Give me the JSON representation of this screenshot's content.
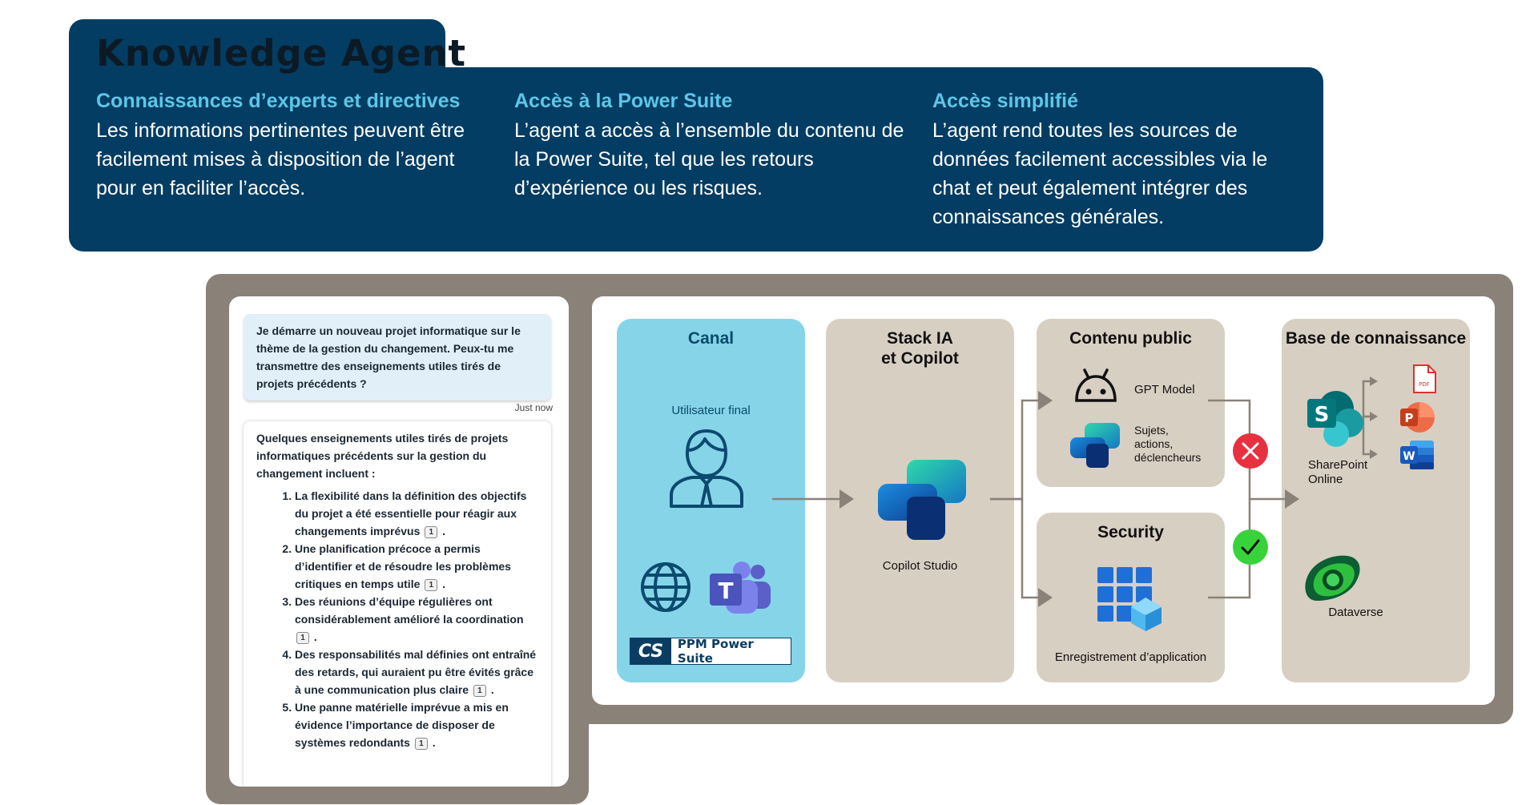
{
  "header": {
    "title": "Knowledge Agent",
    "columns": [
      {
        "heading": "Connaissances d’experts et directives",
        "text": "Les informations pertinentes peuvent être facilement mises à disposition de l’agent pour en faciliter l’accès."
      },
      {
        "heading": "Accès à la Power Suite",
        "text": "L’agent a accès à l’ensemble du contenu de la Power Suite, tel que les retours d’expérience ou les risques."
      },
      {
        "heading": "Accès simplifié",
        "text": "L’agent rend toutes les sources de données facilement accessibles via le chat et peut également intégrer des connaissances générales."
      }
    ]
  },
  "chat": {
    "question": "Je démarre un nouveau projet informatique sur le thème de la gestion du changement. Peux-tu me transmettre des enseignements utiles tirés de projets précédents ?",
    "timestamp": "Just now",
    "answer_intro": "Quelques enseignements utiles tirés de projets informatiques précédents sur la gestion du changement incluent :",
    "citation": "1",
    "items": [
      "La flexibilité dans la définition des objectifs du projet a été essentielle pour réagir aux changements imprévus",
      "Une planification précoce a permis d’identifier et de résoudre les problèmes critiques en temps utile",
      "Des réunions d’équipe régulières ont considérablement amélioré la coordination",
      "Des responsabilités mal définies ont entraîné des retards, qui auraient pu être évités grâce à une communication plus claire",
      "Une panne matérielle imprévue a mis en évidence l’importance de disposer de systèmes redondants"
    ]
  },
  "diagram": {
    "canal": {
      "title": "Canal",
      "user_label": "Utilisateur final",
      "ppm_logo": "CS",
      "ppm_label": "PPM Power Suite"
    },
    "stack": {
      "title_line1": "Stack IA",
      "title_line2": "et Copilot",
      "copilot_label": "Copilot Studio"
    },
    "public": {
      "title": "Contenu public",
      "gpt_label": "GPT Model",
      "topics_line1": "Sujets,",
      "topics_line2": "actions,",
      "topics_line3": "déclencheurs"
    },
    "security": {
      "title": "Security",
      "app_label": "Enregistrement d’application"
    },
    "base": {
      "title": "Base de connaissance",
      "sharepoint_line1": "SharePoint",
      "sharepoint_line2": "Online",
      "dataverse_label": "Dataverse",
      "pdf_label": "PDF"
    },
    "colors": {
      "canal": "#85d4e8",
      "box": "#d8cfc3",
      "deny": "#e8313f",
      "allow": "#38d33b",
      "arrow": "#8a8179"
    }
  }
}
